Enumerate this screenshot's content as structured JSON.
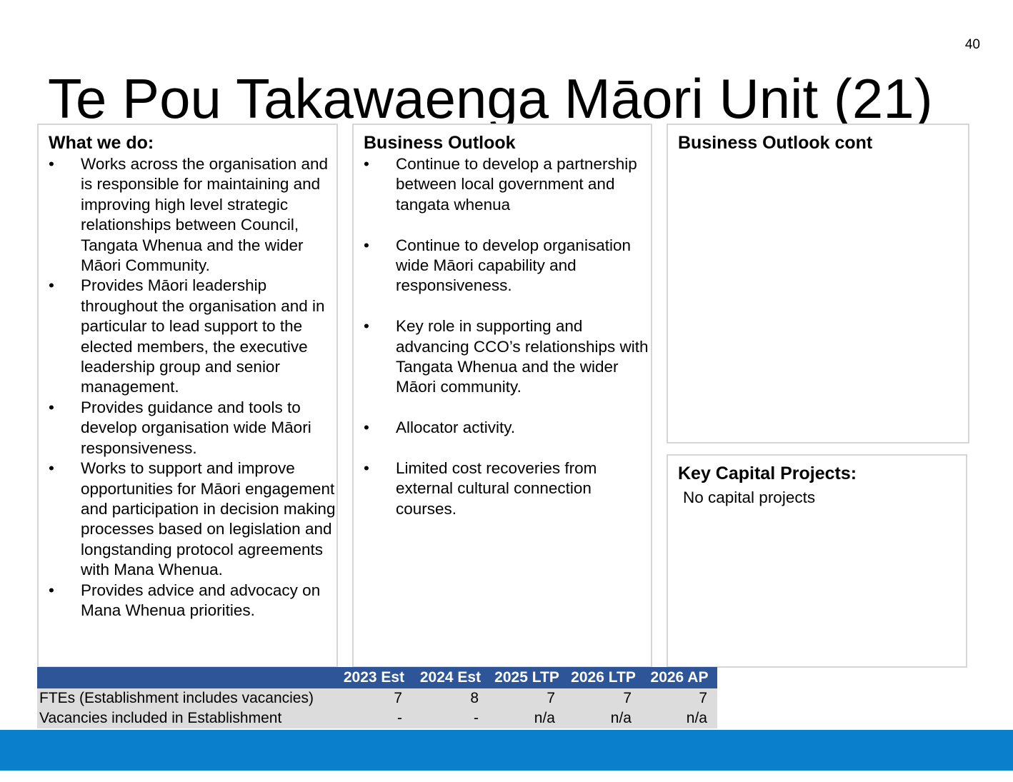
{
  "page_number": "40",
  "title": "Te Pou Takawaenga Māori Unit (21)",
  "what_we_do": {
    "heading": "What we do:",
    "bullet": "•",
    "items": [
      "Works across the organisation and is responsible for maintaining and improving high level strategic relationships between Council, Tangata Whenua and the wider Māori Community.",
      "Provides Māori leadership throughout the organisation and in particular to lead support to the elected members, the executive leadership group and senior management.",
      "Provides guidance and tools to develop organisation wide Māori responsiveness.",
      "Works to support and improve opportunities for Māori engagement and participation in decision making processes based on legislation and longstanding protocol agreements with Mana Whenua.",
      "Provides advice and advocacy on Mana Whenua priorities."
    ]
  },
  "business_outlook": {
    "heading": "Business Outlook",
    "bullet": "•",
    "items": [
      "Continue to develop a partnership between local government and tangata whenua",
      "Continue to develop organisation wide Māori capability and responsiveness.",
      "Key role in supporting and advancing CCO’s relationships with Tangata Whenua and the wider Māori community.",
      "Allocator activity.",
      "Limited cost recoveries from external cultural connection courses."
    ]
  },
  "business_outlook_cont": {
    "heading": "Business Outlook cont"
  },
  "key_capital_projects": {
    "heading": "Key Capital Projects:",
    "text": "No capital projects"
  },
  "fte_table": {
    "headers": [
      "",
      "2023 Est",
      "2024 Est",
      "2025 LTP",
      "2026 LTP",
      "2026 AP"
    ],
    "rows": [
      [
        "FTEs (Establishment includes vacancies)",
        "7",
        "8",
        "7",
        "7",
        "7"
      ],
      [
        "Vacancies included in Establishment",
        "-",
        "-",
        "n/a",
        "n/a",
        "n/a"
      ]
    ]
  },
  "colors": {
    "table_header": "#2e5597",
    "table_row": "#dcdcdc",
    "bottom_bar": "#0a7fcc",
    "panel_border": "#d6d6d6"
  }
}
